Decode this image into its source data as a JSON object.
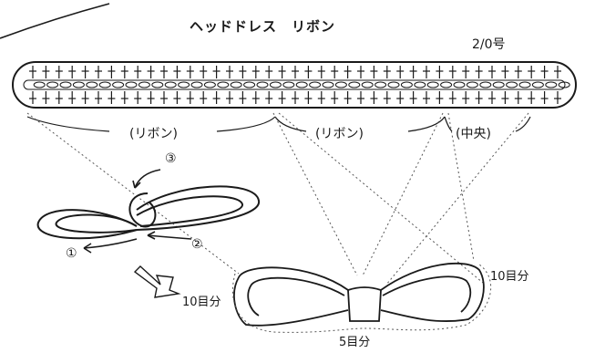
{
  "diagram": {
    "title": "ヘッドドレス　リボン",
    "hook_size": "2/0号",
    "sections": {
      "left": "(リボン)",
      "middle": "(リボン)",
      "center": "(中央)"
    },
    "steps": [
      "①",
      "②",
      "③"
    ],
    "counts": {
      "left_loop": "10目分",
      "right_loop": "10目分",
      "center_band": "5目分"
    },
    "colors": {
      "ink": "#1a1a1a",
      "dotted": "#555555",
      "background": "#ffffff"
    }
  }
}
